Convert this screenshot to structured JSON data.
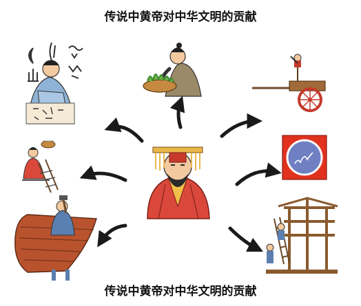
{
  "diagram": {
    "title_top": "传说中黄帝对中华文明的贡献",
    "title_bottom": "传说中黄帝对中华文明的贡献",
    "center": {
      "icon": "yellow-emperor-portrait"
    },
    "nodes": [
      {
        "id": "writing",
        "icon": "scribe-writing-characters"
      },
      {
        "id": "agriculture",
        "icon": "farmer-with-grain-basket"
      },
      {
        "id": "cart",
        "icon": "cart-with-south-pointing-figure"
      },
      {
        "id": "sericulture",
        "icon": "woman-weaving-silk"
      },
      {
        "id": "calendar",
        "icon": "calendar-clock-square"
      },
      {
        "id": "boat",
        "icon": "man-building-boat"
      },
      {
        "id": "building",
        "icon": "workers-building-house-frame"
      }
    ],
    "colors": {
      "robe_red": "#d9483b",
      "square_red": "#e0321f",
      "dial_blue": "#6f7fc2",
      "hat_yellow": "#e8b84a",
      "cart_red": "#c63a2c",
      "wood_brown": "#8a5a2e",
      "arrow": "#1a1a1a"
    }
  }
}
